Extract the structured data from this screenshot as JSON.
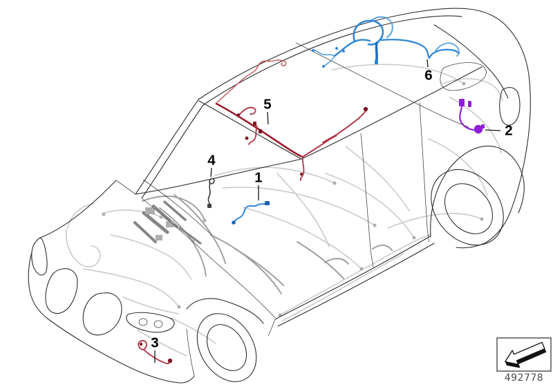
{
  "diagram": {
    "part_number": "492778",
    "callouts": [
      {
        "label": "1"
      },
      {
        "label": "2"
      },
      {
        "label": "3"
      },
      {
        "label": "4"
      },
      {
        "label": "5"
      },
      {
        "label": "6"
      }
    ],
    "colors": {
      "harness_1_blue": "#2e86d8",
      "harness_1_dark": "#1f5fae",
      "harness_2_purple": "#8d1fd6",
      "harness_3_red": "#b02535",
      "harness_3_dark": "#7d1420",
      "harness_4_gray": "#434343",
      "harness_5_main": "#9b1e2e",
      "harness_5_light": "#b23545",
      "harness_5_thin": "#c05050",
      "harness_5_dark": "#7d1420",
      "harness_6_blue": "#2d86d6",
      "harness_6_dark": "#1f6cba",
      "harness_6_light": "#55a3e0"
    }
  }
}
